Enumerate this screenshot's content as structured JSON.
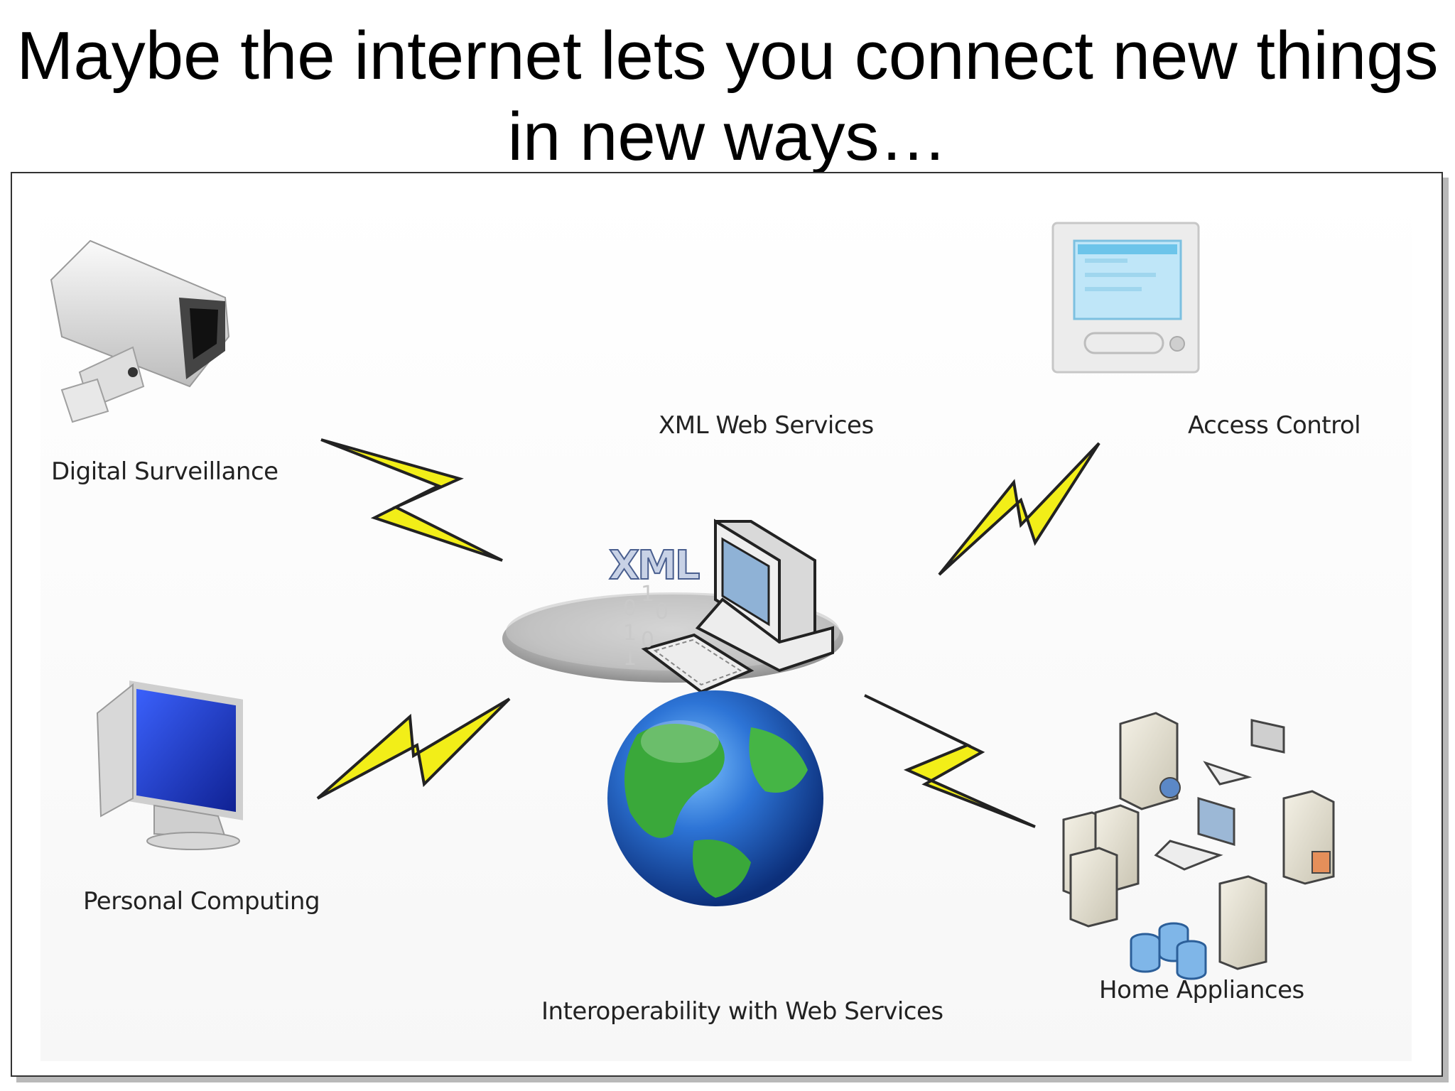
{
  "slide": {
    "title": "Maybe the internet lets you connect new things in new ways…"
  },
  "diagram": {
    "labels": {
      "digital_surveillance": "Digital Surveillance",
      "xml_web_services": "XML Web Services",
      "access_control": "Access Control",
      "personal_computing": "Personal Computing",
      "interoperability": "Interoperability with Web Services",
      "home_appliances": "Home Appliances"
    },
    "hub_badge": "XML",
    "binary_digits": [
      "0",
      "1",
      "0",
      "1",
      "0",
      "1"
    ],
    "colors": {
      "lightning": "#f2ee18",
      "globe_ocean": "#1f63c6",
      "globe_land": "#3aa83a",
      "monitor_screen": "#1e3fc2",
      "frame_border": "#333333",
      "frame_shadow": "#b9b9b9"
    },
    "icons": [
      "camera-icon",
      "access-panel-icon",
      "computer-icon",
      "globe-icon",
      "desktop-monitor-icon",
      "server-network-icon",
      "lightning-icon"
    ]
  }
}
